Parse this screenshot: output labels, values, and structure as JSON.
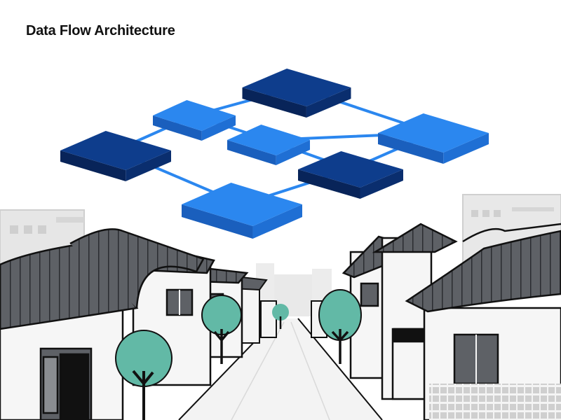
{
  "title": "Data Flow Architecture",
  "colors": {
    "dark_block_top": "#0e3d8c",
    "dark_block_side": "#0a2e6e",
    "dark_block_front": "#082459",
    "light_block_top": "#2b87ef",
    "light_block_side": "#1f6fd4",
    "light_block_front": "#1a5fbd",
    "connector": "#2b87ef",
    "roof": "#5e6166",
    "wall": "#f6f6f6",
    "outline": "#111111",
    "tree": "#62b9a6",
    "background_buildings": "#dcdcdc",
    "road": "#f3f3f3"
  },
  "diagram": {
    "nodes": [
      {
        "id": "n1",
        "tone": "dark"
      },
      {
        "id": "n2",
        "tone": "light"
      },
      {
        "id": "n3",
        "tone": "dark"
      },
      {
        "id": "n4",
        "tone": "light"
      },
      {
        "id": "n5",
        "tone": "light"
      },
      {
        "id": "n6",
        "tone": "dark"
      },
      {
        "id": "n7",
        "tone": "light"
      }
    ],
    "edges": [
      {
        "from": "n2",
        "to": "n1"
      },
      {
        "from": "n3",
        "to": "n2"
      },
      {
        "from": "n2",
        "to": "n4"
      },
      {
        "from": "n1",
        "to": "n5"
      },
      {
        "from": "n4",
        "to": "n5"
      },
      {
        "from": "n3",
        "to": "n7"
      },
      {
        "from": "n4",
        "to": "n6"
      },
      {
        "from": "n6",
        "to": "n5"
      },
      {
        "from": "n7",
        "to": "n6"
      }
    ]
  },
  "illustration": {
    "icon": "hanok-village-street-icon"
  }
}
